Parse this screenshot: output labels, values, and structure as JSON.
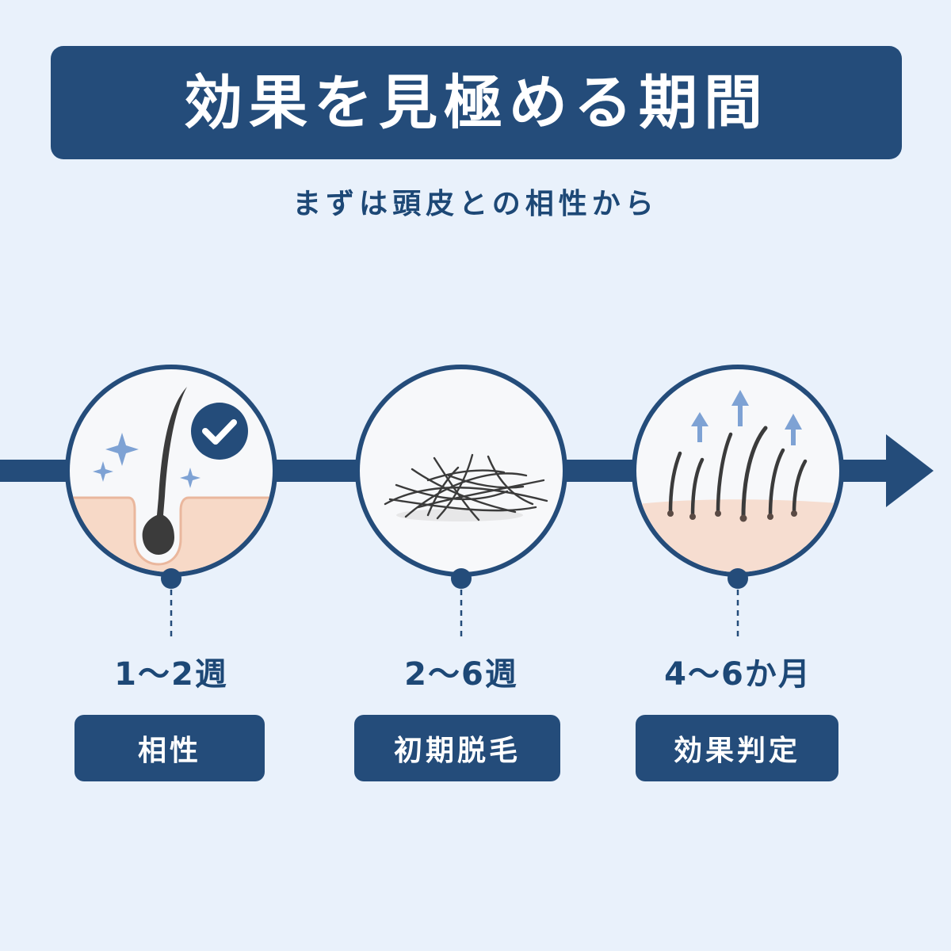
{
  "title": "効果を見極める期間",
  "subtitle": "まずは頭皮との相性から",
  "colors": {
    "navy": "#244c7a",
    "background": "#e9f1fb",
    "skin": "#f8e1d4",
    "hair": "#3a3a3a",
    "sparkle": "#7ea2d4"
  },
  "stages": [
    {
      "period": "1〜2週",
      "label": "相性",
      "icon": "hair-follicle-check-icon"
    },
    {
      "period": "2〜6週",
      "label": "初期脱毛",
      "icon": "shed-hair-pile-icon"
    },
    {
      "period": "4〜6か月",
      "label": "効果判定",
      "icon": "hair-growth-arrows-icon"
    }
  ]
}
